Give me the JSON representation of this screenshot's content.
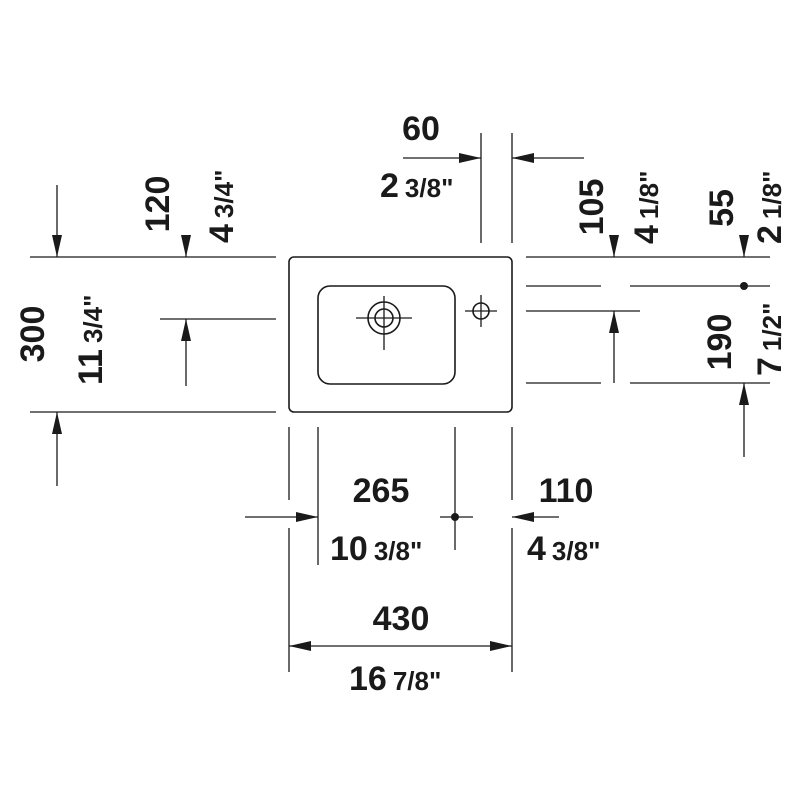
{
  "dimensions": {
    "hole_width": {
      "mm": "60",
      "in_whole": "2",
      "in_frac": "3/8\""
    },
    "top_to_hole": {
      "mm": "120",
      "in_whole": "4",
      "in_frac": "3/4\""
    },
    "depth": {
      "mm": "300",
      "in_whole": "11",
      "in_frac": "3/4\""
    },
    "right_top_offset": {
      "mm": "105",
      "in_whole": "4",
      "in_frac": "1/8\""
    },
    "right_small": {
      "mm": "55",
      "in_whole": "2",
      "in_frac": "1/8\""
    },
    "right_height": {
      "mm": "190",
      "in_whole": "7",
      "in_frac": "1/2\""
    },
    "left_to_drain": {
      "mm": "265",
      "in_whole": "10",
      "in_frac": "3/8\""
    },
    "drain_to_right": {
      "mm": "110",
      "in_whole": "4",
      "in_frac": "3/8\""
    },
    "total_width": {
      "mm": "430",
      "in_whole": "16",
      "in_frac": "7/8\""
    }
  }
}
